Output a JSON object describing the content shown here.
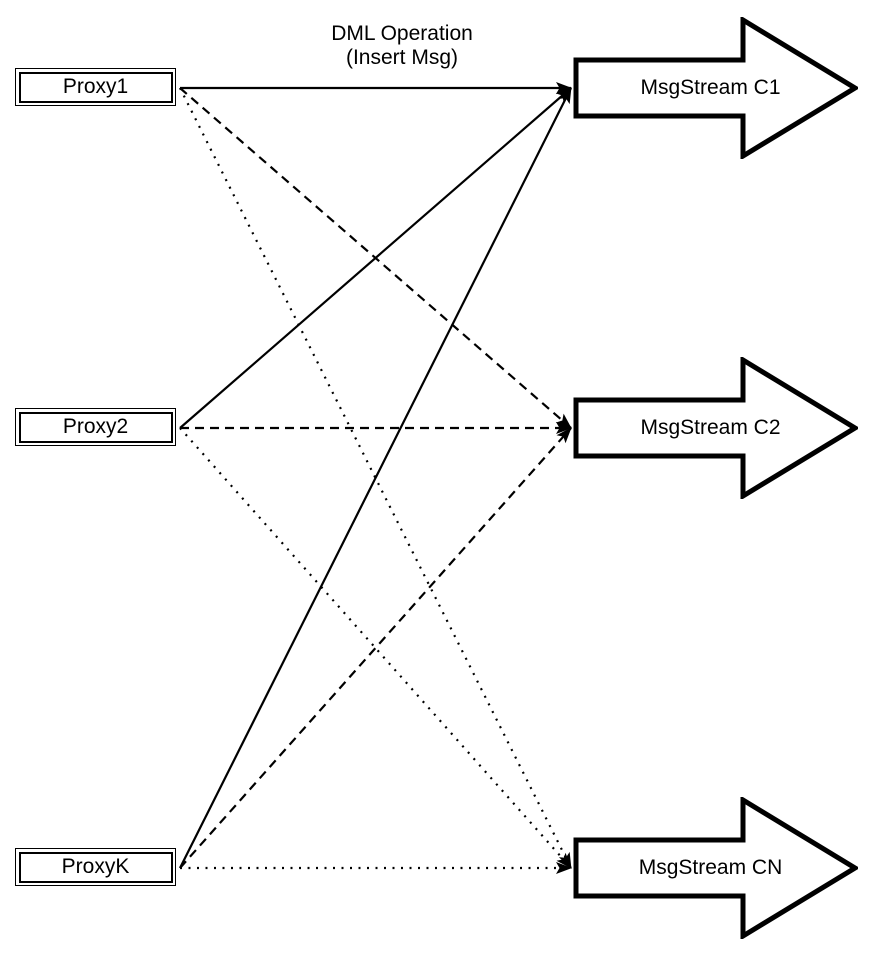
{
  "title": {
    "line1": "DML Operation",
    "line2": "(Insert Msg)"
  },
  "proxies": [
    {
      "id": "proxy1",
      "label": "Proxy1"
    },
    {
      "id": "proxy2",
      "label": "Proxy2"
    },
    {
      "id": "proxyk",
      "label": "ProxyK"
    }
  ],
  "streams": [
    {
      "id": "c1",
      "label": "MsgStream C1"
    },
    {
      "id": "c2",
      "label": "MsgStream C2"
    },
    {
      "id": "cn",
      "label": "MsgStream CN"
    }
  ],
  "edges": [
    {
      "from": "proxy1",
      "to": "c1",
      "style": "solid"
    },
    {
      "from": "proxy1",
      "to": "c2",
      "style": "dashed"
    },
    {
      "from": "proxy1",
      "to": "cn",
      "style": "dotted"
    },
    {
      "from": "proxy2",
      "to": "c1",
      "style": "solid"
    },
    {
      "from": "proxy2",
      "to": "c2",
      "style": "dashed"
    },
    {
      "from": "proxy2",
      "to": "cn",
      "style": "dotted"
    },
    {
      "from": "proxyk",
      "to": "c1",
      "style": "solid"
    },
    {
      "from": "proxyk",
      "to": "c2",
      "style": "dashed"
    },
    {
      "from": "proxyk",
      "to": "cn",
      "style": "dotted"
    }
  ],
  "colors": {
    "stroke": "#000000",
    "fill": "#ffffff",
    "background": "#ffffff"
  }
}
